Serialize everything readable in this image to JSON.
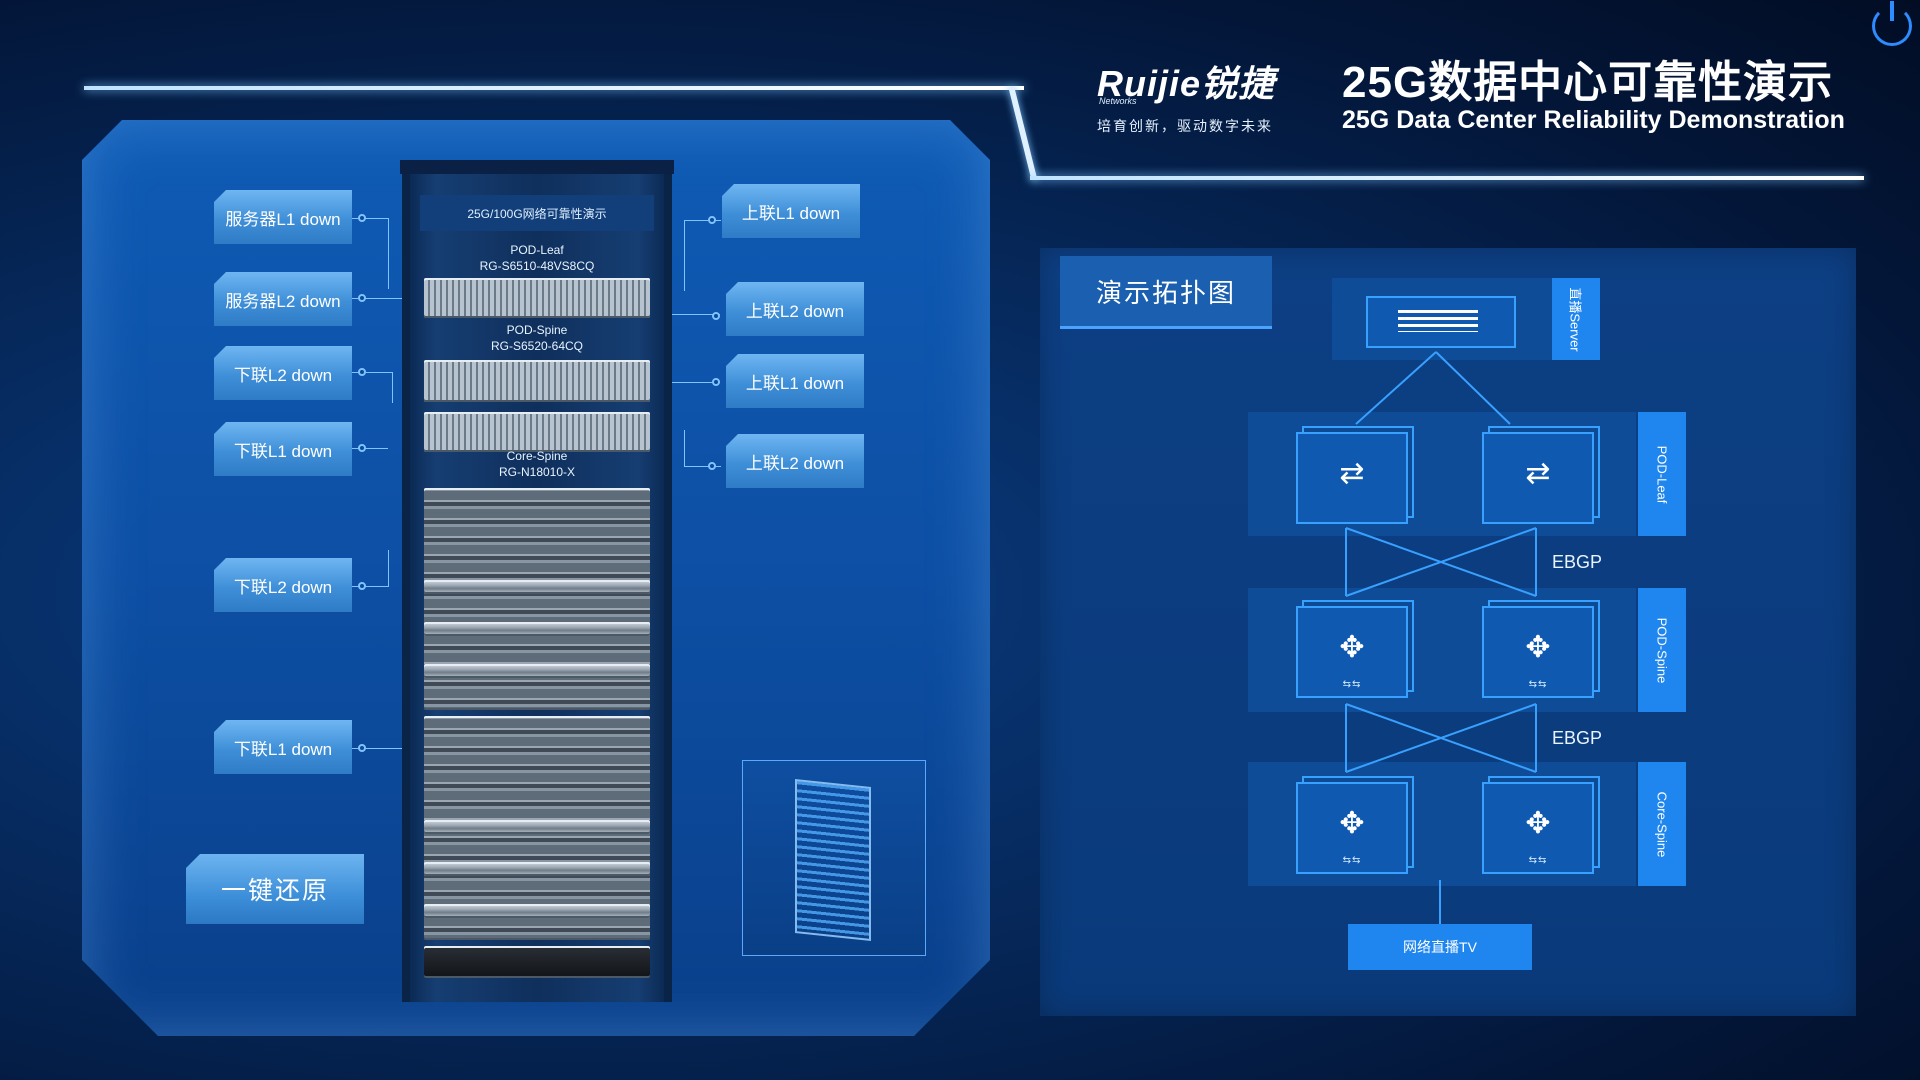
{
  "header": {
    "logo": "Ruijie锐捷",
    "logo_sub": "Networks",
    "slogan": "培育创新，驱动数字未来",
    "title_cn": "25G数据中心可靠性演示",
    "title_en": "25G Data Center Reliability Demonstration"
  },
  "left_buttons": {
    "server_l1": "服务器L1 down",
    "server_l2": "服务器L2 down",
    "down_l2_a": "下联L2 down",
    "down_l1_a": "下联L1 down",
    "down_l2_b": "下联L2 down",
    "down_l1_b": "下联L1 down",
    "up_l1_a": "上联L1 down",
    "up_l2_a": "上联L2 down",
    "up_l1_b": "上联L1 down",
    "up_l2_b": "上联L2 down",
    "reset": "一键还原"
  },
  "rack": {
    "label": "25G/100G网络可靠性演示",
    "pod_leaf_name": "POD-Leaf",
    "pod_leaf_model": "RG-S6510-48VS8CQ",
    "pod_spine_name": "POD-Spine",
    "pod_spine_model": "RG-S6520-64CQ",
    "core_spine_name": "Core-Spine",
    "core_spine_model": "RG-N18010-X"
  },
  "topology": {
    "tab": "演示拓扑图",
    "server_label": "直播Server",
    "pod_leaf_label": "POD-Leaf",
    "pod_spine_label": "POD-Spine",
    "core_spine_label": "Core-Spine",
    "ebgp_1": "EBGP",
    "ebgp_2": "EBGP",
    "tv": "网络直播TV"
  },
  "colors": {
    "accent": "#1f86f0",
    "panel": "#0d4fa4",
    "button": "#3f8fd8"
  }
}
